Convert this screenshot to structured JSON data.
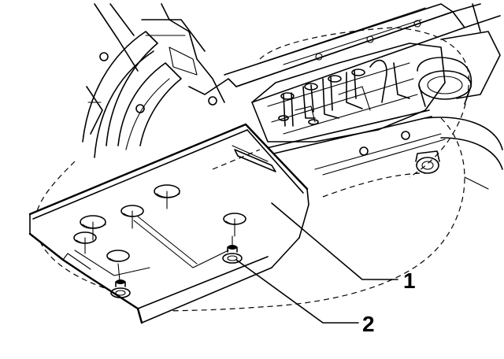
{
  "callouts": [
    {
      "number": "1",
      "part": "skid plate"
    },
    {
      "number": "2",
      "part": "bolt"
    }
  ]
}
